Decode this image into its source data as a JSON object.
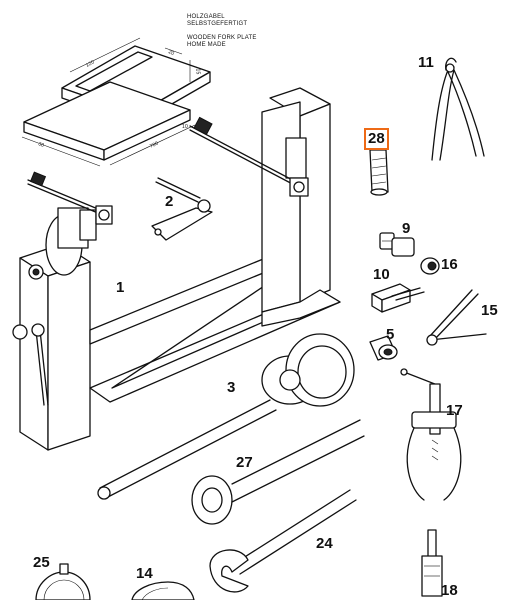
{
  "notes": {
    "line1": "HOLZGABEL",
    "line2": "SELBSTGEFERTIGT",
    "line3": "WOODEN FORK PLATE",
    "line4": "HOME MADE"
  },
  "dimensions": {
    "d1": "120",
    "d2": "20",
    "d3": "15",
    "d4": "30",
    "d5": "780",
    "d6": "10"
  },
  "labels": {
    "l1": "1",
    "l2": "2",
    "l3": "3",
    "l5": "5",
    "l9": "9",
    "l10": "10",
    "l11": "11",
    "l14": "14",
    "l15": "15",
    "l16": "16",
    "l17": "17",
    "l18": "18",
    "l24": "24",
    "l25": "25",
    "l27": "27",
    "l28": "28"
  },
  "colors": {
    "highlight": "#ee6a16",
    "ink": "#111111"
  }
}
